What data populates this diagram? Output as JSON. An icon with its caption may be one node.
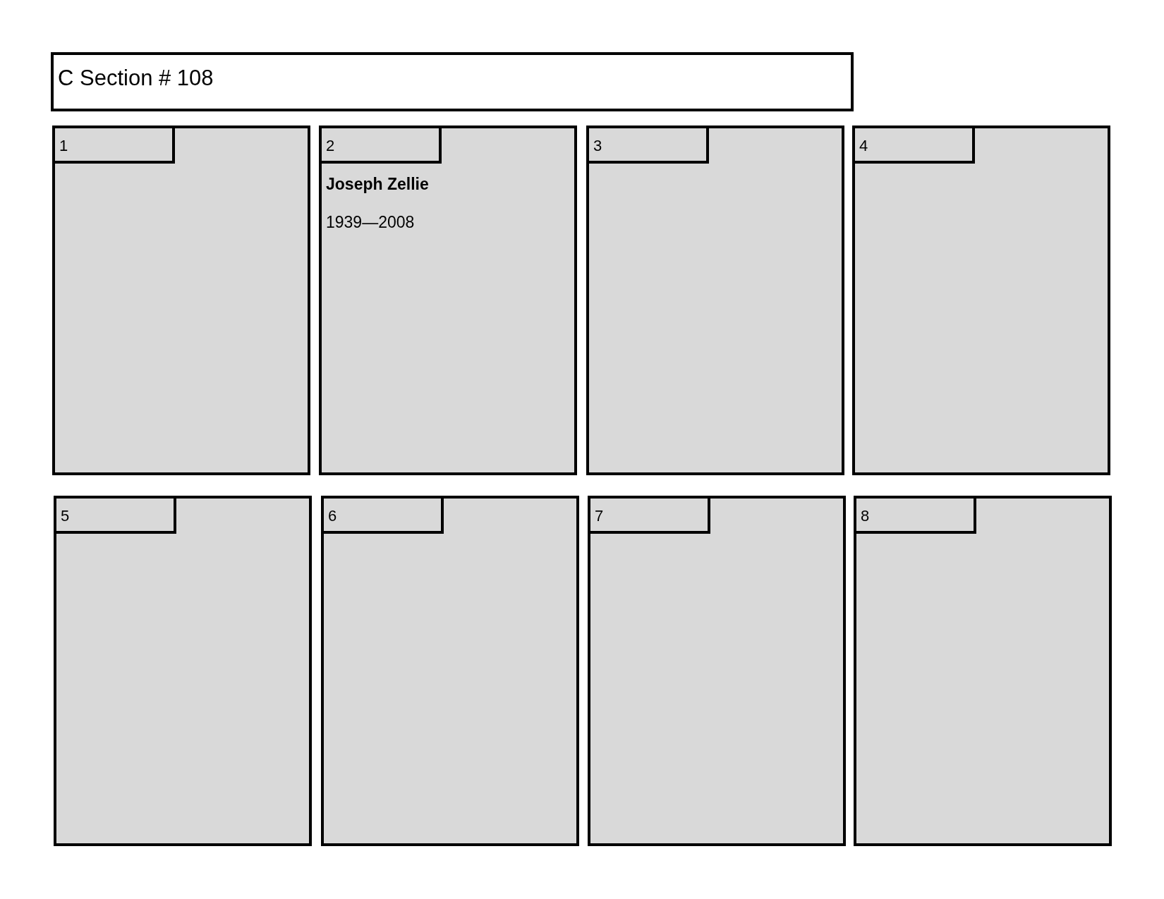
{
  "diagram": {
    "nodes": [
      {
        "text": [
          "C Section # 108"
        ]
      },
      {
        "text": [],
        "shape": "box"
      },
      {
        "text": [
          "1"
        ],
        "in": 1
      },
      {
        "text": [
          "Joseph Zellie",
          "1939—2008"
        ]
      },
      {
        "text": [
          "2"
        ],
        "in": 3
      },
      {
        "text": [],
        "shape": "box"
      },
      {
        "text": [
          "3"
        ],
        "in": 5
      },
      {
        "text": [],
        "shape": "box"
      },
      {
        "text": [
          "4"
        ],
        "in": 7
      },
      {
        "text": [],
        "shape": "box"
      },
      {
        "text": [
          "5"
        ],
        "in": 9
      },
      {
        "text": [],
        "shape": "box"
      },
      {
        "text": [
          "6"
        ],
        "in": 11
      },
      {
        "text": [],
        "shape": "box"
      },
      {
        "text": [
          "7"
        ],
        "in": 13
      },
      {
        "text": [],
        "shape": "box"
      },
      {
        "text": [
          "8"
        ],
        "in": 15
      }
    ]
  }
}
